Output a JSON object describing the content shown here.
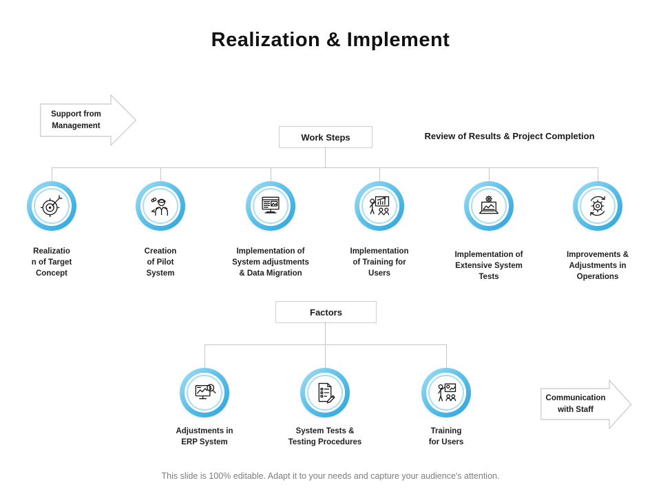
{
  "slide": {
    "title": "Realization & Implement",
    "footer": "This slide is 100% editable. Adapt it to your needs and capture your audience's attention."
  },
  "banners": {
    "support_management": "Support from\nManagement",
    "communication_staff": "Communication\nwith Staff"
  },
  "headers": {
    "work_steps": "Work Steps",
    "review": "Review of Results & Project Completion",
    "factors": "Factors"
  },
  "work_steps": {
    "nodes": [
      {
        "label": "Realizatio\nn of Target\nConcept",
        "icon": "target-dart-icon"
      },
      {
        "label": "Creation\nof Pilot\nSystem",
        "icon": "pilot-person-icon"
      },
      {
        "label": "Implementation of\nSystem adjustments\n& Data Migration",
        "icon": "monitor-document-icon"
      },
      {
        "label": "Implementation\nof Training for\nUsers",
        "icon": "presentation-training-icon"
      },
      {
        "label": "Implementation of\nExtensive System\nTests",
        "icon": "laptop-gear-chart-icon"
      },
      {
        "label": "Improvements &\nAdjustments in\nOperations",
        "icon": "gear-sync-icon"
      }
    ]
  },
  "factors": {
    "nodes": [
      {
        "label": "Adjustments in\nERP System",
        "icon": "monitor-search-icon"
      },
      {
        "label": "System Tests &\nTesting Procedures",
        "icon": "checklist-pencil-icon"
      },
      {
        "label": "Training\nfor Users",
        "icon": "trainer-board-icon"
      }
    ]
  },
  "colors": {
    "ring_light": "#a6def5",
    "ring_mid": "#5fc2e9",
    "ring_deep": "#2da3d9",
    "connector": "#c6c6c6",
    "box_border": "#cfcfcf",
    "text": "#1a1a1a",
    "footer_text": "#7d7d7d"
  }
}
